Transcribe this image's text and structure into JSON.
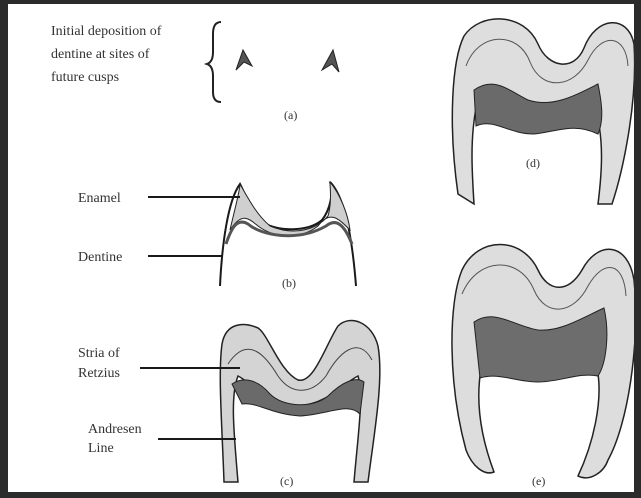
{
  "panel_a": {
    "note_lines": [
      "Initial deposition of",
      "dentine at sites of",
      "future cusps"
    ],
    "caption": "(a)"
  },
  "panel_b": {
    "enamel_label": "Enamel",
    "dentine_label": "Dentine",
    "caption": "(b)"
  },
  "panel_c": {
    "stria_label_1": "Stria of",
    "stria_label_2": "Retzius",
    "andresen_label_1": "Andresen",
    "andresen_label_2": "Line",
    "caption": "(c)"
  },
  "panel_d": {
    "caption": "(d)"
  },
  "panel_e": {
    "caption": "(e)"
  },
  "colors": {
    "background": "#2b2b2b",
    "panel": "#ffffff",
    "enamel": "#dcdcdc",
    "dentine": "#6f6f6f",
    "line": "#1a1a1a"
  }
}
